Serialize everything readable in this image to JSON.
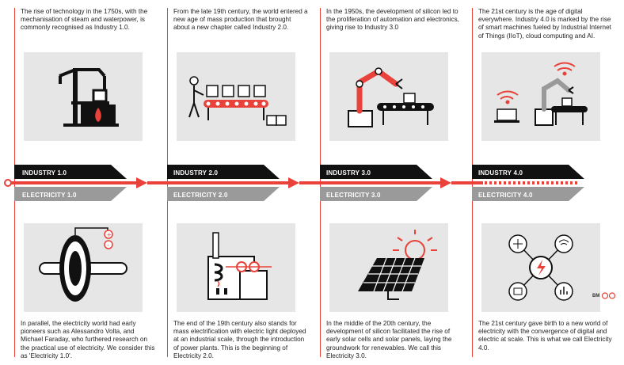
{
  "columns": [
    {
      "top_text": "The rise of technology in the 1750s, with the mechanisation of steam and waterpower, is commonly recognised as Industry 1.0.",
      "industry_label": "INDUSTRY 1.0",
      "electricity_label": "ELECTRICITY 1.0",
      "bottom_text": "In parallel, the electricity world had early pioneers such as Alessandro Volta, and Michael Faraday, who furthered research on the practical use of electricity. We consider this as 'Electricity 1.0'."
    },
    {
      "top_text": "From the late 19th century, the world entered a new age of mass production that brought about a new chapter called Industry 2.0.",
      "industry_label": "INDUSTRY 2.0",
      "electricity_label": "ELECTRICITY 2.0",
      "bottom_text": "The end of the 19th century also stands for mass electrification with electric light deployed at an industrial scale, through the introduction of power plants. This is the beginning of Electricity 2.0."
    },
    {
      "top_text": "In the 1950s, the development of silicon led to the proliferation of automation and electronics, giving rise to Industry 3.0",
      "industry_label": "INDUSTRY 3.0",
      "electricity_label": "ELECTRICITY 3.0",
      "bottom_text": "In the middle of the 20th century, the development of silicon facilitated the rise of early solar cells and solar panels, laying the groundwork for renewables. We call this Electricity 3.0."
    },
    {
      "top_text": "The 21st century is the age of digital everywhere. Industry 4.0 is marked by the rise of smart machines fueled by Industrial Internet of Things (IIoT), cloud computing and AI.",
      "industry_label": "INDUSTRY 4.0",
      "electricity_label": "ELECTRICITY 4.0",
      "bottom_text": "The 21st century gave birth to a new world of electricity with the convergence of digital and electric at scale. This is what we call Electricity 4.0."
    }
  ],
  "logo_text": "BM",
  "colors": {
    "accent": "#e8423a",
    "dark": "#111111",
    "gray": "#9a9a9a",
    "panel": "#e6e6e6"
  }
}
